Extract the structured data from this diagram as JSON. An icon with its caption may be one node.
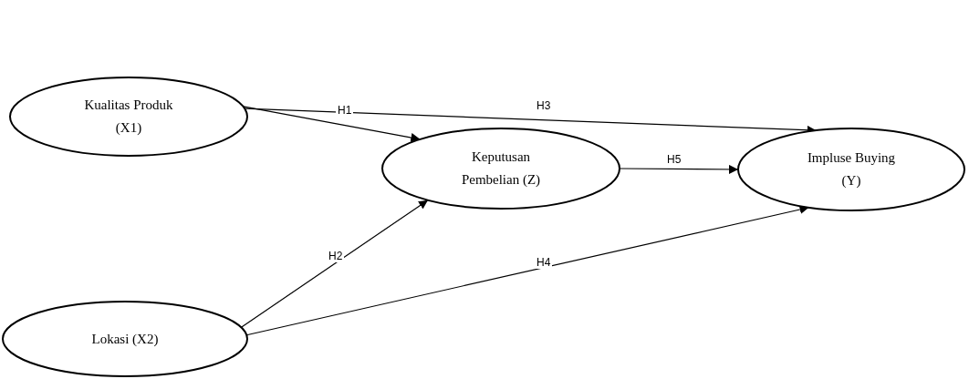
{
  "diagram": {
    "nodes": [
      {
        "text": [
          "Kualitas Produk (X1)"
        ]
      },
      {
        "text": [
          "Keputusan Pembelian (Z)"
        ]
      },
      {
        "text": [
          "Impluse Buying (Y)"
        ]
      },
      {
        "text": [
          "Lokasi (X2)"
        ]
      }
    ],
    "edges": [
      {
        "from": 0,
        "to": 1,
        "label": "H1",
        "arrow": "to"
      },
      {
        "from": 0,
        "to": 2,
        "label": "H3",
        "arrow": "to"
      },
      {
        "from": 1,
        "to": 2,
        "label": "H5",
        "arrow": "to"
      },
      {
        "from": 3,
        "to": 1,
        "label": "H2",
        "arrow": "to"
      },
      {
        "from": 3,
        "to": 2,
        "label": "H4",
        "arrow": "to"
      }
    ]
  }
}
